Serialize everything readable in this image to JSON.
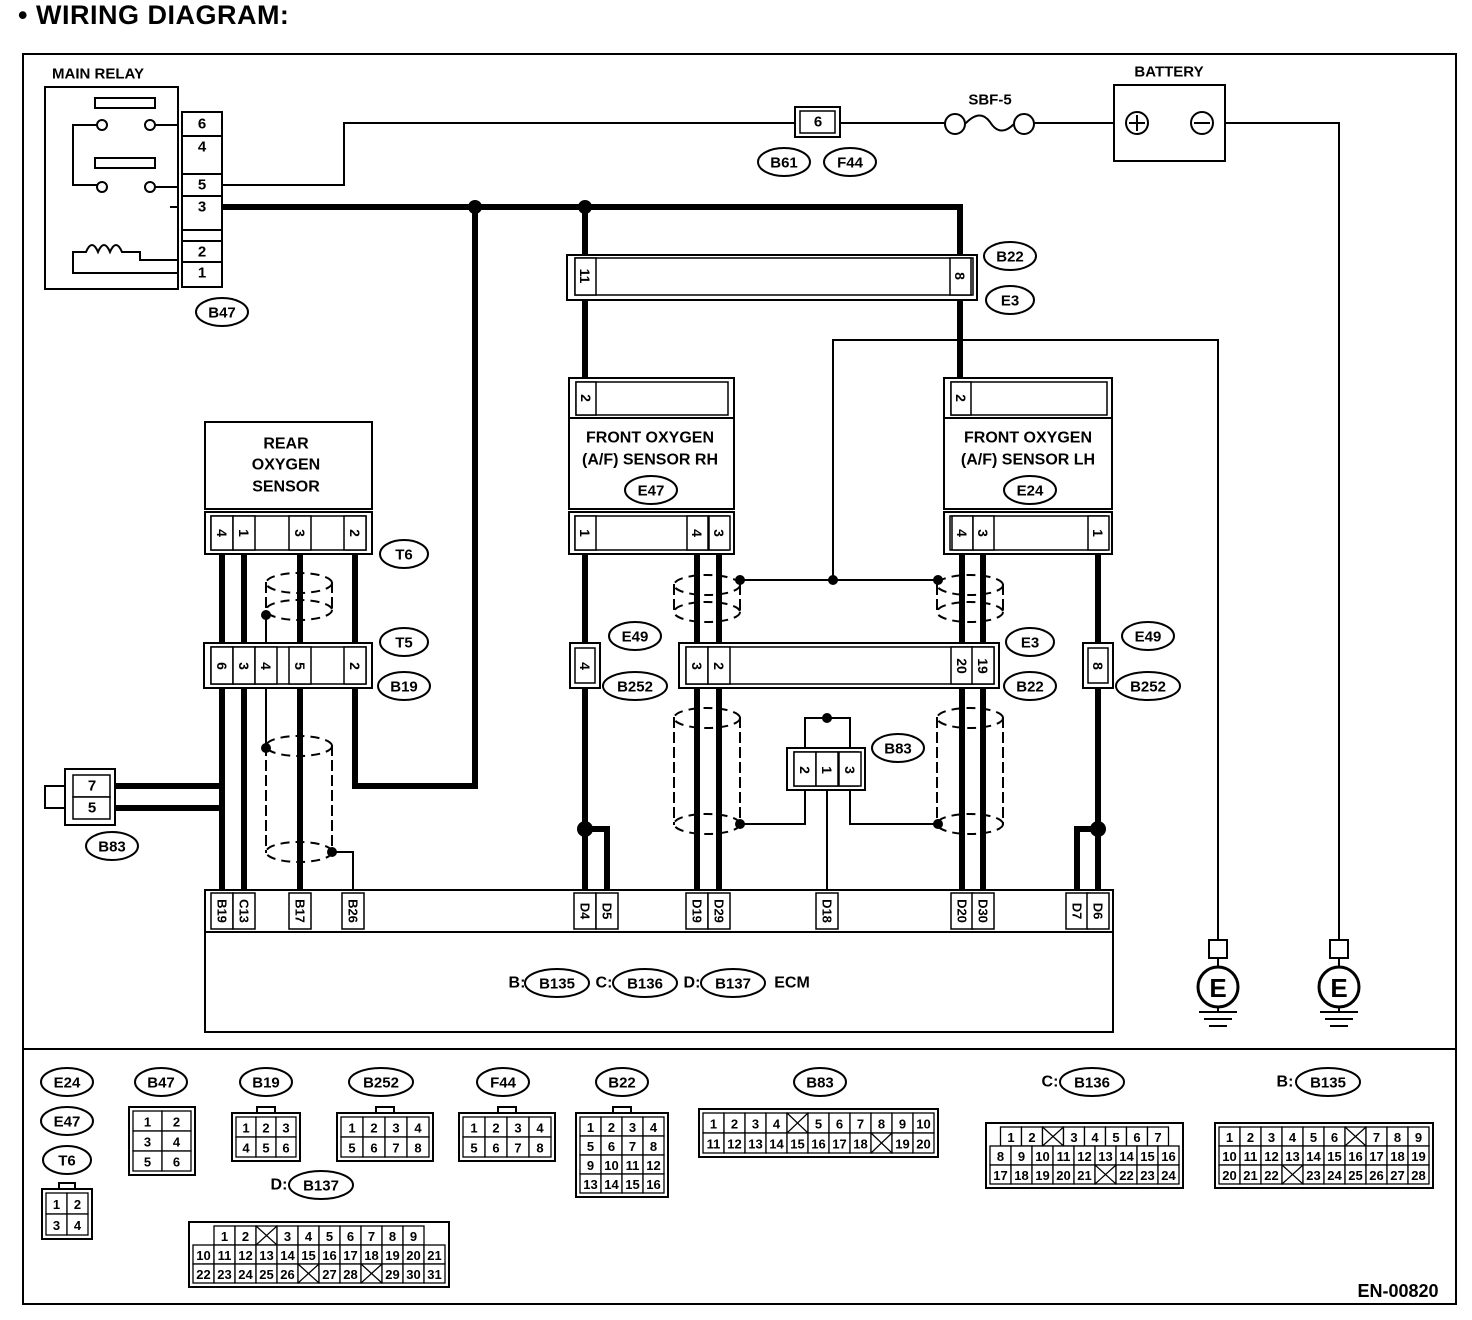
{
  "heading": "•  WIRING DIAGRAM:",
  "footer_code": "EN-00820",
  "components": {
    "main_relay": "MAIN RELAY",
    "battery": "BATTERY",
    "fuse": "SBF-5",
    "rear_sensor": [
      "REAR",
      "OXYGEN",
      "SENSOR"
    ],
    "front_rh": [
      "FRONT OXYGEN",
      "(A/F) SENSOR RH"
    ],
    "front_lh": [
      "FRONT OXYGEN",
      "(A/F) SENSOR LH"
    ],
    "ecm": "ECM",
    "ecm_prefix_b": "B:",
    "ecm_prefix_c": "C:",
    "ecm_prefix_d": "D:",
    "ground": "E"
  },
  "connectors": {
    "b47": "B47",
    "b61": "B61",
    "f44": "F44",
    "b22": "B22",
    "e3": "E3",
    "e47": "E47",
    "e24": "E24",
    "t6": "T6",
    "t5": "T5",
    "b19": "B19",
    "e49": "E49",
    "b252": "B252",
    "b83": "B83",
    "b135": "B135",
    "b136": "B136",
    "b137": "B137"
  },
  "pins": {
    "relay": [
      "6",
      "4",
      "5",
      "3",
      "2",
      "1"
    ],
    "b61": "6",
    "b22_top": [
      "11",
      "8"
    ],
    "rh_top": "2",
    "lh_top": "2",
    "rear_bottom": [
      "4",
      "1",
      "3",
      "2"
    ],
    "rh_bottom": [
      "1",
      "4",
      "3"
    ],
    "lh_bottom": [
      "4",
      "3",
      "1"
    ],
    "t5": [
      "6",
      "3",
      "4",
      "5",
      "2"
    ],
    "e49_left": "4",
    "e49_right": "8",
    "e3_mid": [
      "3",
      "2",
      "20",
      "19"
    ],
    "b83_left": [
      "7",
      "5"
    ],
    "b83_mid": [
      "2",
      "1",
      "3"
    ],
    "ecm": [
      "B19",
      "C13",
      "B17",
      "B26",
      "D4",
      "D5",
      "D19",
      "D29",
      "D18",
      "D20",
      "D30",
      "D7",
      "D6"
    ]
  },
  "legend": {
    "e24_label": "E24",
    "e47_label": "E47",
    "t6_label": "T6",
    "t6_grid": [
      [
        "1",
        "2"
      ],
      [
        "3",
        "4"
      ]
    ],
    "b47_label": "B47",
    "b47_grid": [
      [
        "1",
        "2"
      ],
      [
        "3",
        "4"
      ],
      [
        "5",
        "6"
      ]
    ],
    "b19_label": "B19",
    "b19_grid": [
      [
        "1",
        "2",
        "3"
      ],
      [
        "4",
        "5",
        "6"
      ]
    ],
    "b252_label": "B252",
    "b252_grid": [
      [
        "1",
        "2",
        "3",
        "4"
      ],
      [
        "5",
        "6",
        "7",
        "8"
      ]
    ],
    "f44_label": "F44",
    "f44_grid": [
      [
        "1",
        "2",
        "3",
        "4"
      ],
      [
        "5",
        "6",
        "7",
        "8"
      ]
    ],
    "b22_label": "B22",
    "b22_grid": [
      [
        "1",
        "2",
        "3",
        "4"
      ],
      [
        "5",
        "6",
        "7",
        "8"
      ],
      [
        "9",
        "10",
        "11",
        "12"
      ],
      [
        "13",
        "14",
        "15",
        "16"
      ]
    ],
    "b83_label": "B83",
    "b83_grid": [
      [
        "1",
        "2",
        "3",
        "4",
        "",
        "5",
        "6",
        "7",
        "8",
        "9",
        "10"
      ],
      [
        "11",
        "12",
        "13",
        "14",
        "15",
        "16",
        "17",
        "18",
        "",
        "19",
        "20"
      ]
    ],
    "b136_prefix": "C:",
    "b136_label": "B136",
    "b136_grid": [
      [
        "1",
        "2",
        "",
        "3",
        "4",
        "5",
        "6",
        "7"
      ],
      [
        "8",
        "9",
        "10",
        "11",
        "12",
        "13",
        "14",
        "15",
        "16"
      ],
      [
        "17",
        "18",
        "19",
        "20",
        "21",
        "",
        "22",
        "23",
        "24"
      ]
    ],
    "b135_prefix": "B:",
    "b135_label": "B135",
    "b135_grid": [
      [
        "1",
        "2",
        "3",
        "4",
        "5",
        "6",
        "",
        "7",
        "8",
        "9"
      ],
      [
        "10",
        "11",
        "12",
        "13",
        "14",
        "15",
        "16",
        "17",
        "18",
        "19"
      ],
      [
        "20",
        "21",
        "22",
        "",
        "23",
        "24",
        "25",
        "26",
        "27",
        "28"
      ]
    ],
    "b137_prefix": "D:",
    "b137_label": "B137",
    "b137_grid": [
      [
        "1",
        "2",
        "",
        "3",
        "4",
        "5",
        "6",
        "7",
        "8",
        "9"
      ],
      [
        "10",
        "11",
        "12",
        "13",
        "14",
        "15",
        "16",
        "17",
        "18",
        "19",
        "20",
        "21"
      ],
      [
        "22",
        "23",
        "24",
        "25",
        "26",
        "",
        "27",
        "28",
        "",
        "29",
        "30",
        "31"
      ]
    ]
  }
}
